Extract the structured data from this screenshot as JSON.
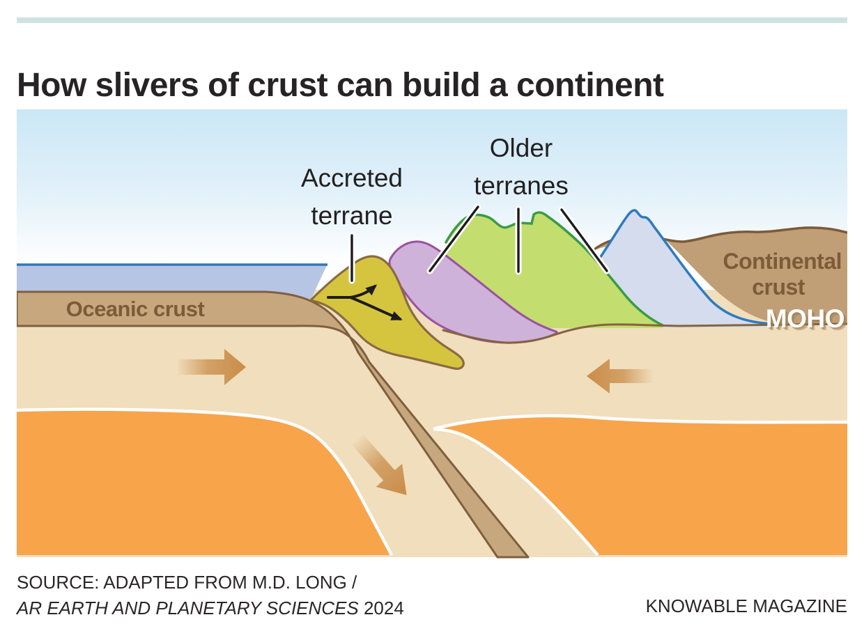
{
  "header": {
    "accent_bar_color": "#cfe2e3",
    "title": "How slivers of crust can build a continent",
    "title_color": "#272324"
  },
  "diagram": {
    "sky_top_color": "#cbe7f6",
    "sky_bottom_color": "#ffffff",
    "ocean": {
      "fill": "#b7c5e4",
      "surface_line_color": "#3276bd"
    },
    "oceanic_crust": {
      "label": "Oceanic crust",
      "fill": "#c7a77d",
      "outline": "#7f5f3d",
      "label_color": "#7c5b39"
    },
    "lithosphere_fill": "#f0debd",
    "mantle_fill": "#f8a44b",
    "continental_crust": {
      "label_line1": "Continental",
      "label_line2": "crust",
      "fill": "#c09e76",
      "outline": "#7c5a38",
      "label_color": "#7c5b39"
    },
    "moho": {
      "label": "MOHO",
      "label_color": "#ffffff",
      "shadow_color": "#9e7c52",
      "line_color": "#85633f"
    },
    "terranes": {
      "accreted": {
        "fill": "#d5c53e",
        "outline": "#8a6a42"
      },
      "older_purple": {
        "fill": "#cfb2d9",
        "outline": "#9b51a1"
      },
      "older_green": {
        "fill": "#c4dd6f",
        "outline": "#389c43"
      },
      "older_blue": {
        "fill": "#d4dcee",
        "outline": "#2d7ac1"
      }
    },
    "labels": {
      "accreted_line1": "Accreted",
      "accreted_line2": "terrane",
      "older_line1": "Older",
      "older_line2": "terranes",
      "label_color": "#232021"
    },
    "arrows": {
      "plate_motion_color": "#c98c49",
      "accretion_color": "#1f1b1c"
    }
  },
  "footer": {
    "source_line1": "SOURCE: ADAPTED FROM M.D. LONG /",
    "source_line2_italic": "AR EARTH AND PLANETARY SCIENCES",
    "source_line2_year": " 2024",
    "credit": "KNOWABLE MAGAZINE",
    "text_color": "#2a2627"
  }
}
